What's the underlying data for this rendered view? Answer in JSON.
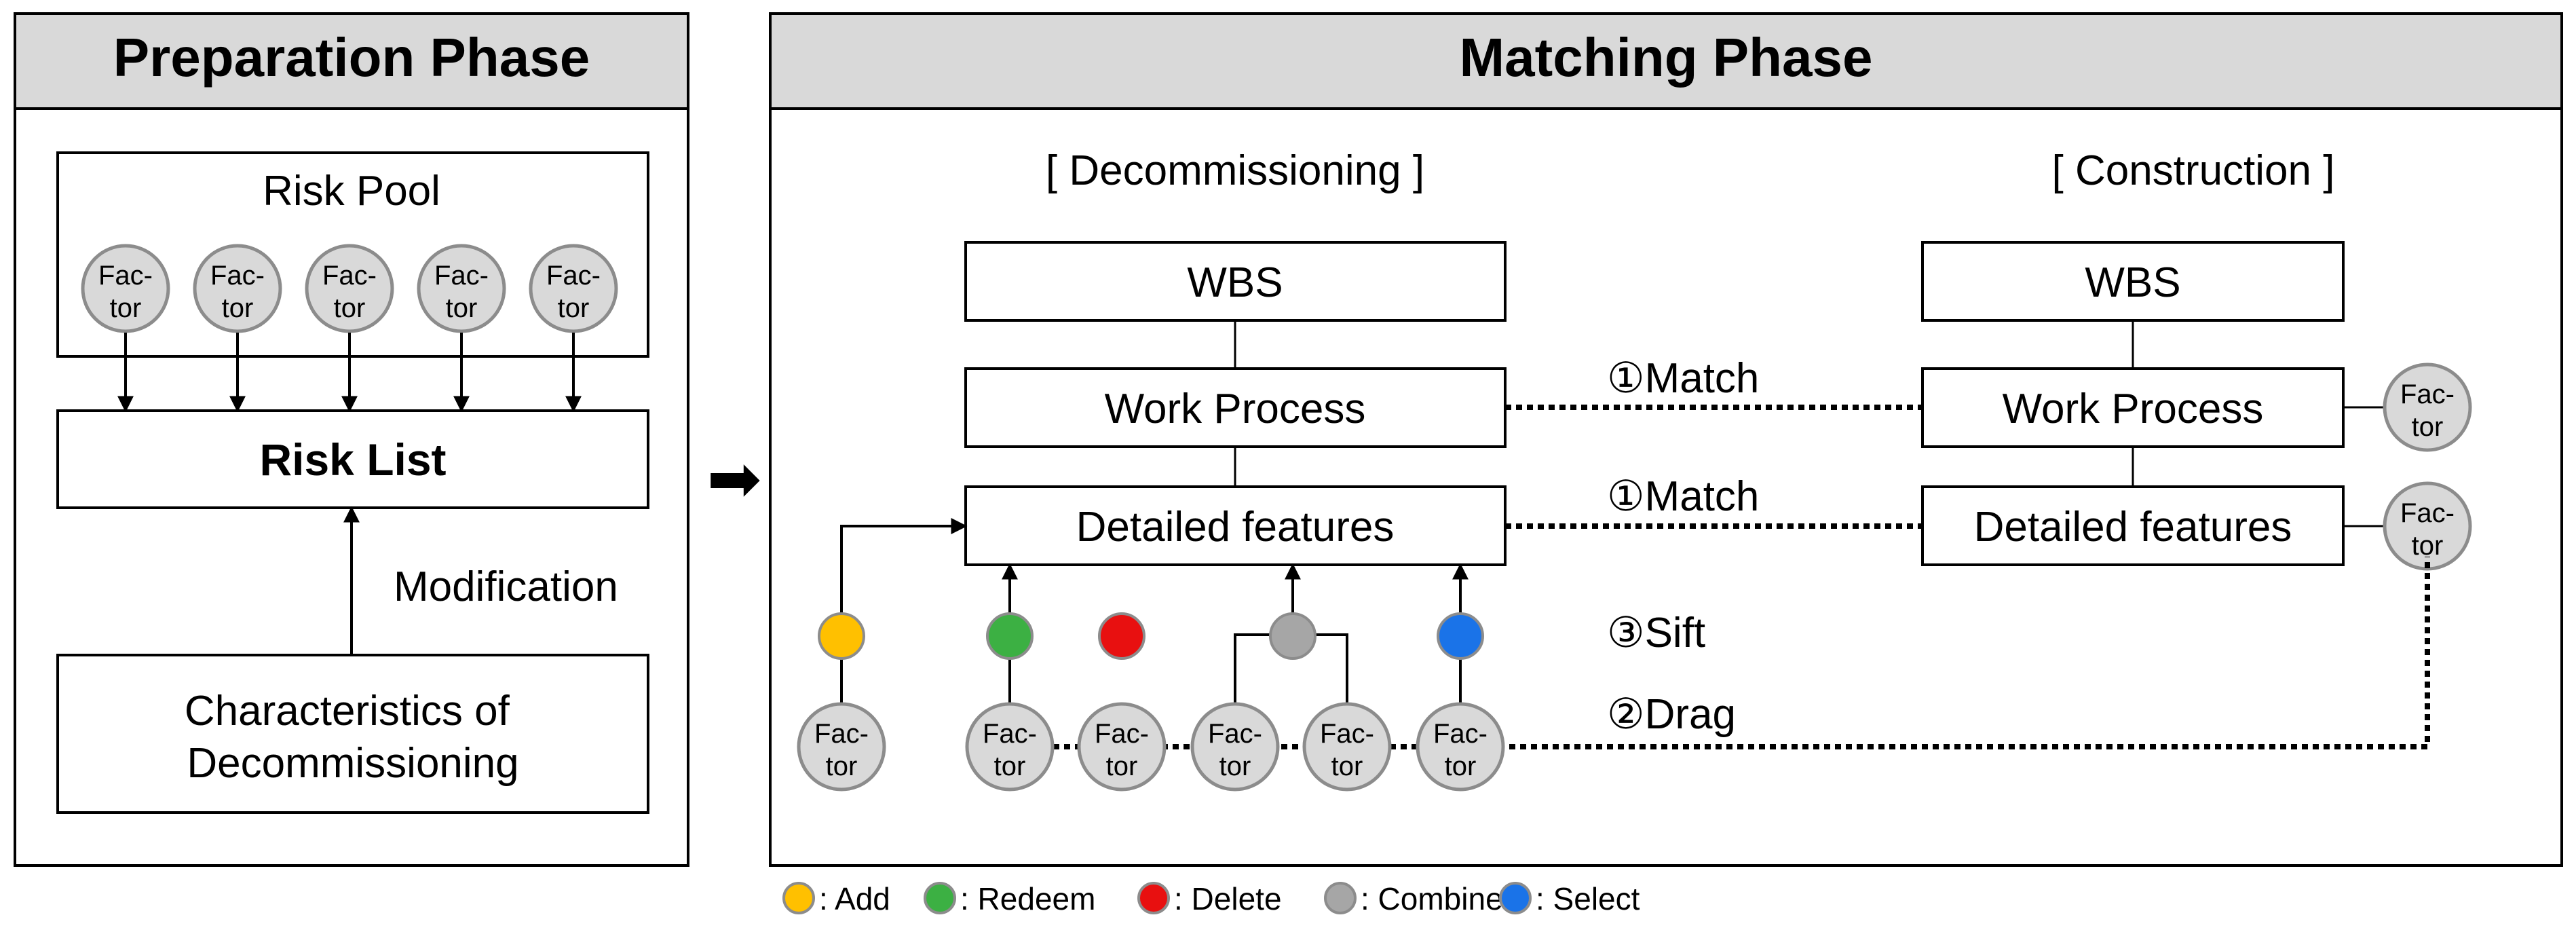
{
  "preparation_phase": {
    "title": "Preparation Phase",
    "risk_pool": {
      "label": "Risk Pool",
      "factors": [
        [
          "Fac-",
          "tor"
        ],
        [
          "Fac-",
          "tor"
        ],
        [
          "Fac-",
          "tor"
        ],
        [
          "Fac-",
          "tor"
        ],
        [
          "Fac-",
          "tor"
        ]
      ]
    },
    "risk_list_label": "Risk List",
    "modification_label": "Modification",
    "characteristics_lines": [
      "Characteristics of",
      "Decommissioning"
    ]
  },
  "arrow_symbol": "➡",
  "matching_phase": {
    "title": "Matching Phase",
    "decommissioning": {
      "heading": "[ Decommissioning ]",
      "wbs": "WBS",
      "work_process": "Work Process",
      "detailed_features": "Detailed features",
      "factors": [
        [
          "Fac-",
          "tor"
        ],
        [
          "Fac-",
          "tor"
        ],
        [
          "Fac-",
          "tor"
        ],
        [
          "Fac-",
          "tor"
        ],
        [
          "Fac-",
          "tor"
        ],
        [
          "Fac-",
          "tor"
        ]
      ]
    },
    "construction": {
      "heading": "[ Construction ]",
      "wbs": "WBS",
      "work_process": "Work Process",
      "detailed_features": "Detailed features",
      "factors": [
        [
          "Fac-",
          "tor"
        ],
        [
          "Fac-",
          "tor"
        ]
      ]
    },
    "steps": {
      "match_1": "①Match",
      "match_2": "①Match",
      "sift": "③Sift",
      "drag": "②Drag"
    }
  },
  "legend": [
    {
      "label": ": Add",
      "color": "#FFC000"
    },
    {
      "label": ": Redeem",
      "color": "#3CB043"
    },
    {
      "label": ": Delete",
      "color": "#E81010"
    },
    {
      "label": ": Combine",
      "color": "#A6A6A6"
    },
    {
      "label": ": Select",
      "color": "#1A73E8"
    }
  ],
  "colors": {
    "header_fill": "#D9D9D9",
    "factor_fill": "#D9D9D9",
    "factor_stroke": "#8C8C8C"
  }
}
